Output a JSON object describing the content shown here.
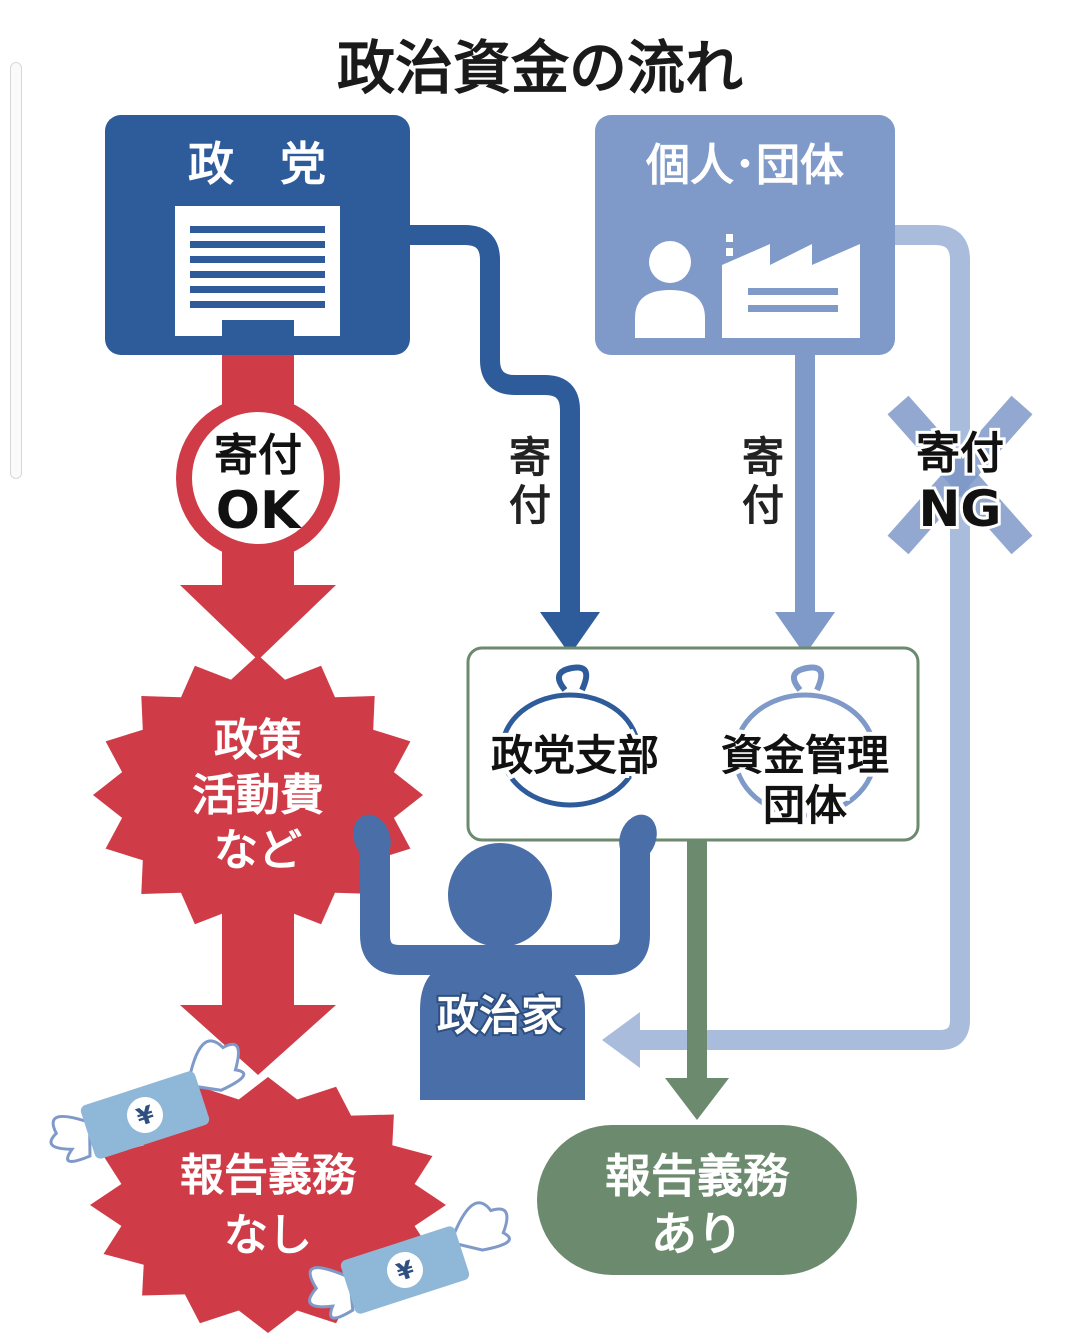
{
  "title": "政治資金の流れ",
  "party": {
    "label": "政　党"
  },
  "individual": {
    "label": "個人･団体"
  },
  "donation_ok": {
    "line1": "寄付",
    "line2": "OK"
  },
  "donation_ng": {
    "line1": "寄付",
    "line2": "NG"
  },
  "donation_branch": {
    "line1": "寄",
    "line2": "付"
  },
  "donation_fund": {
    "line1": "寄",
    "line2": "付"
  },
  "branch": {
    "label": "政党支部"
  },
  "fund_org": {
    "line1": "資金管理",
    "line2": "団体"
  },
  "policy": {
    "line1": "政策",
    "line2": "活動費",
    "line3": "など"
  },
  "politician": {
    "label": "政治家"
  },
  "report_none": {
    "line1": "報告義務",
    "line2": "なし"
  },
  "report_required": {
    "line1": "報告義務",
    "line2": "あり"
  },
  "yen_symbol": "¥",
  "colors": {
    "party_blue": "#2e5b9a",
    "individual_blue": "#7f9ac8",
    "ng_light": "#a9bcdc",
    "red": "#cf3c48",
    "green": "#6c8a6d",
    "politician_blue": "#4a6fa8",
    "bill_blue": "#8fb7d8"
  }
}
